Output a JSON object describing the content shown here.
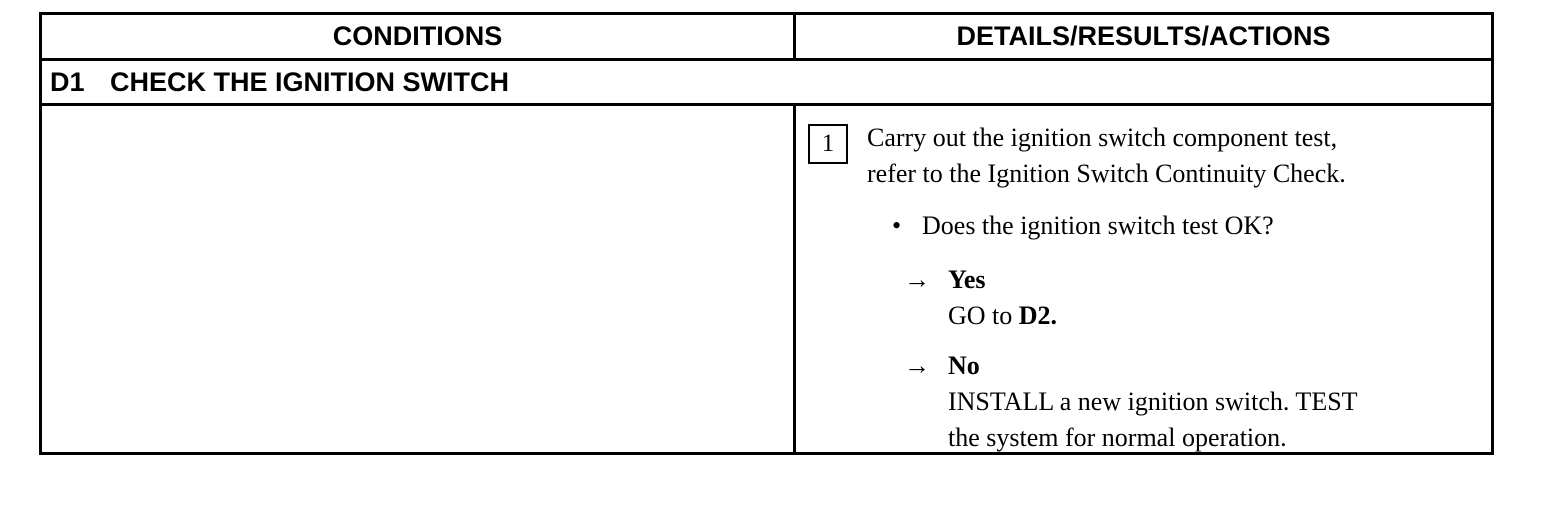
{
  "table": {
    "headers": {
      "conditions": "CONDITIONS",
      "details": "DETAILS/RESULTS/ACTIONS"
    },
    "section": {
      "id": "D1",
      "title": "CHECK THE IGNITION SWITCH"
    },
    "step": {
      "number": "1",
      "text_line1": "Carry out the ignition switch component test,",
      "text_line2": "refer to the Ignition Switch Continuity Check.",
      "bullet": "•",
      "question": "Does the ignition switch test OK?"
    },
    "results": {
      "arrow": "→",
      "yes_label": "Yes",
      "yes_action_prefix": "GO to ",
      "yes_action_target": "D2.",
      "no_label": "No",
      "no_action_line1": "INSTALL a new ignition switch. TEST",
      "no_action_line2": "the system for normal operation."
    }
  }
}
